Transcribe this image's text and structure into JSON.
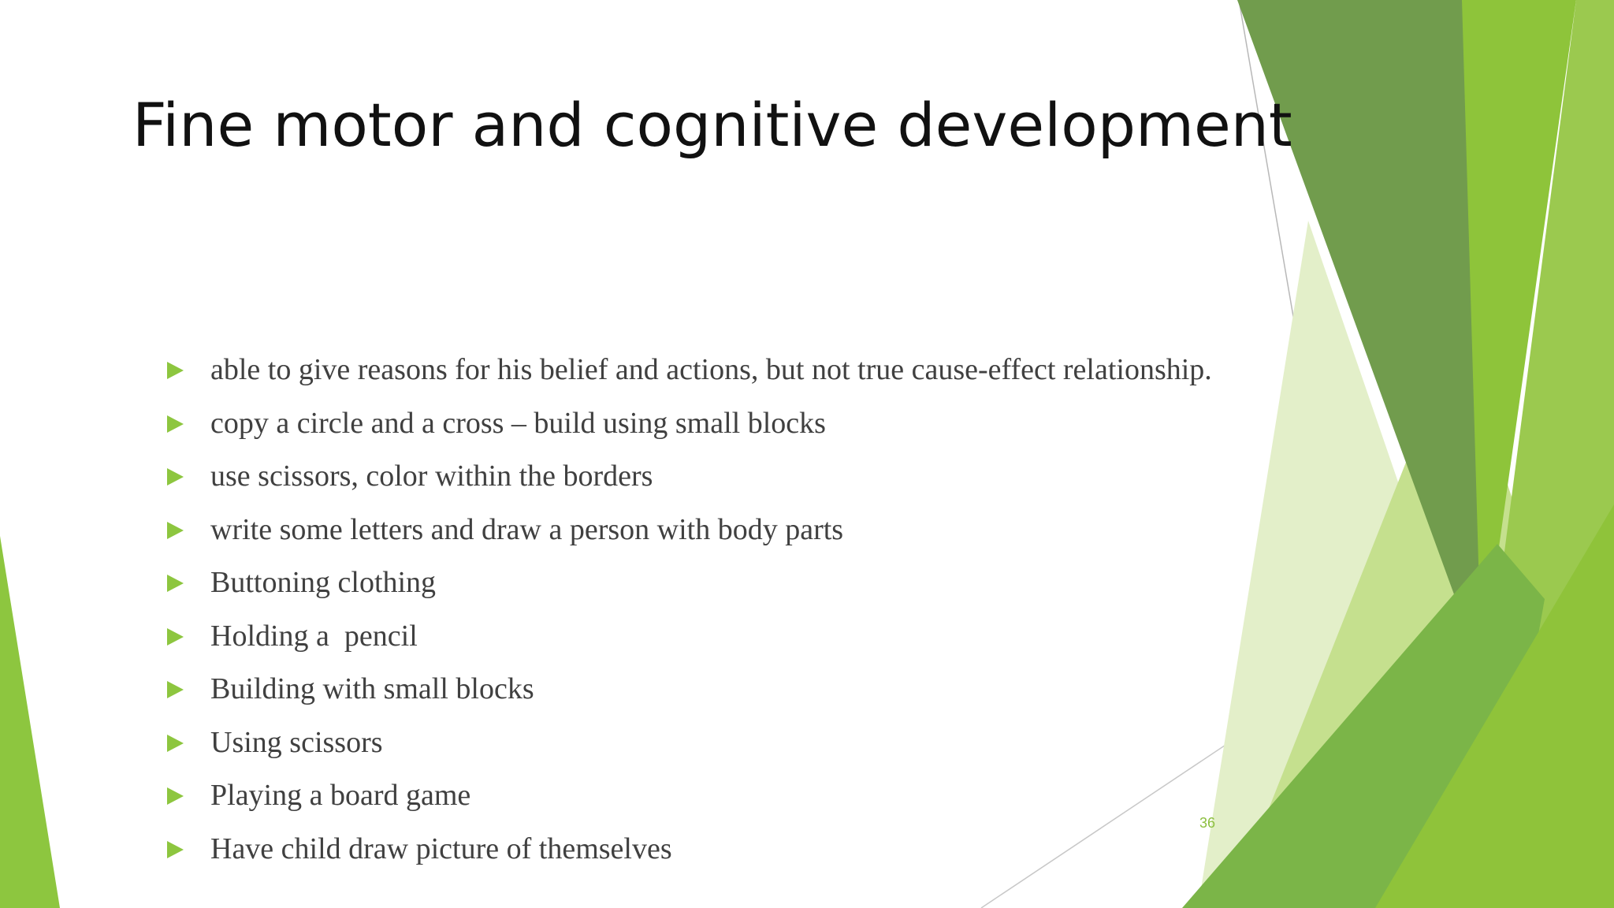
{
  "slide": {
    "title": "Fine motor and cognitive development",
    "bullets": [
      "able to give reasons for his belief and actions, but not true cause-effect relationship.",
      "copy a circle and a cross – build using small blocks",
      "use scissors, color within the borders",
      "write some letters and draw a person with body parts",
      "Buttoning clothing",
      "Holding a  pencil",
      "Building with small blocks",
      "Using scissors",
      "Playing a board game",
      "Have child draw picture of themselves"
    ],
    "slide_number": "36",
    "bullet_icon": "triangle-bullet-icon",
    "colors": {
      "accent": "#8dc63f",
      "title_text": "#111111",
      "body_text": "#404040",
      "background": "#ffffff"
    }
  }
}
